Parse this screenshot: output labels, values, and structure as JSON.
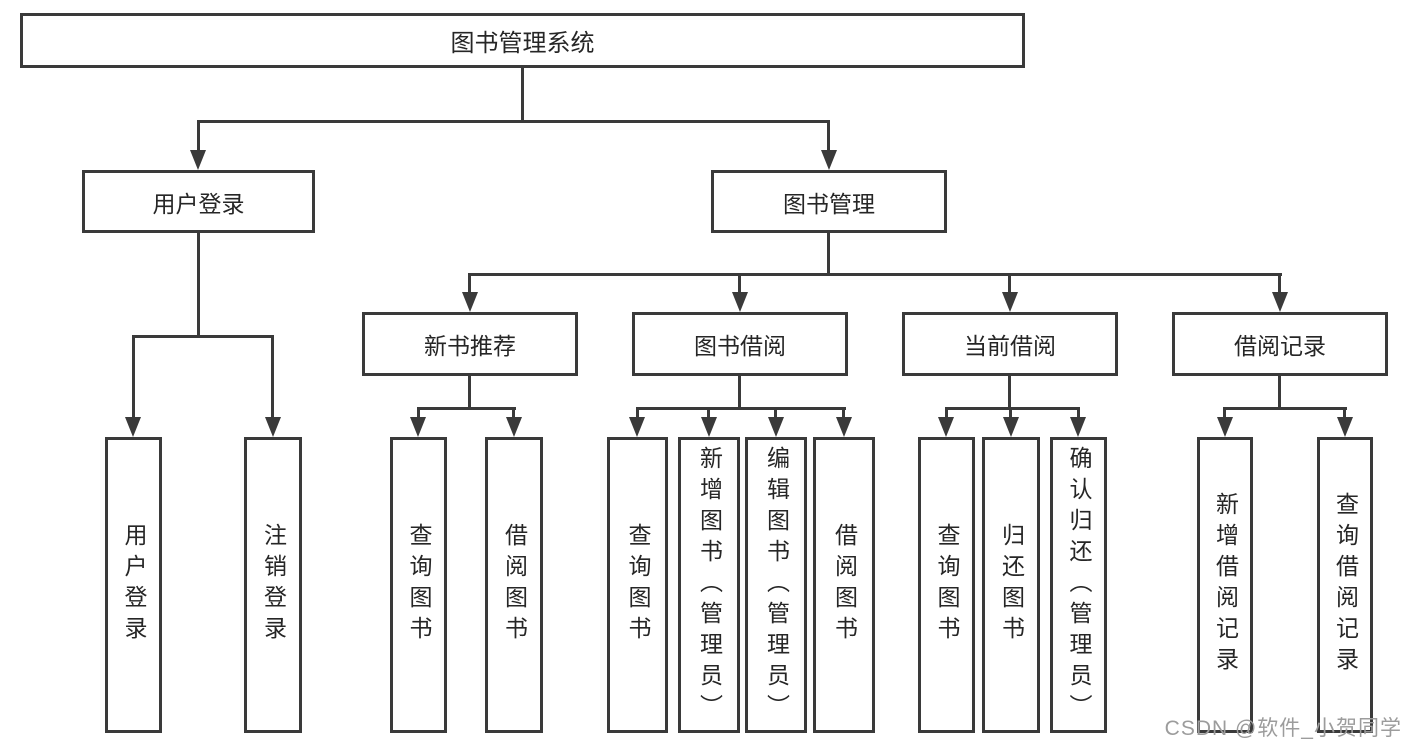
{
  "colors": {
    "line": "#3a3a3a",
    "text": "#262626",
    "watermark": "#9c9c9c",
    "background": "#ffffff"
  },
  "root": {
    "label": "图书管理系统"
  },
  "level2": {
    "user_login": {
      "label": "用户登录"
    },
    "book_mgmt": {
      "label": "图书管理"
    }
  },
  "level3": {
    "new_books": {
      "label": "新书推荐"
    },
    "book_borrow": {
      "label": "图书借阅"
    },
    "current_borrow": {
      "label": "当前借阅"
    },
    "borrow_records": {
      "label": "借阅记录"
    }
  },
  "leaves": {
    "user_login_1": {
      "label": "用户登录"
    },
    "user_login_2": {
      "label": "注销登录"
    },
    "new_books_1": {
      "label": "查询图书"
    },
    "new_books_2": {
      "label": "借阅图书"
    },
    "book_borrow_1": {
      "label": "查询图书"
    },
    "book_borrow_2": {
      "label": "新增图书（管理员）"
    },
    "book_borrow_3": {
      "label": "编辑图书（管理员）"
    },
    "book_borrow_4": {
      "label": "借阅图书"
    },
    "current_borrow_1": {
      "label": "查询图书"
    },
    "current_borrow_2": {
      "label": "归还图书"
    },
    "current_borrow_3": {
      "label": "确认归还（管理员）"
    },
    "borrow_records_1": {
      "label": "新增借阅记录"
    },
    "borrow_records_2": {
      "label": "查询借阅记录"
    }
  },
  "watermark": {
    "text": "CSDN @软件_小贺同学"
  }
}
